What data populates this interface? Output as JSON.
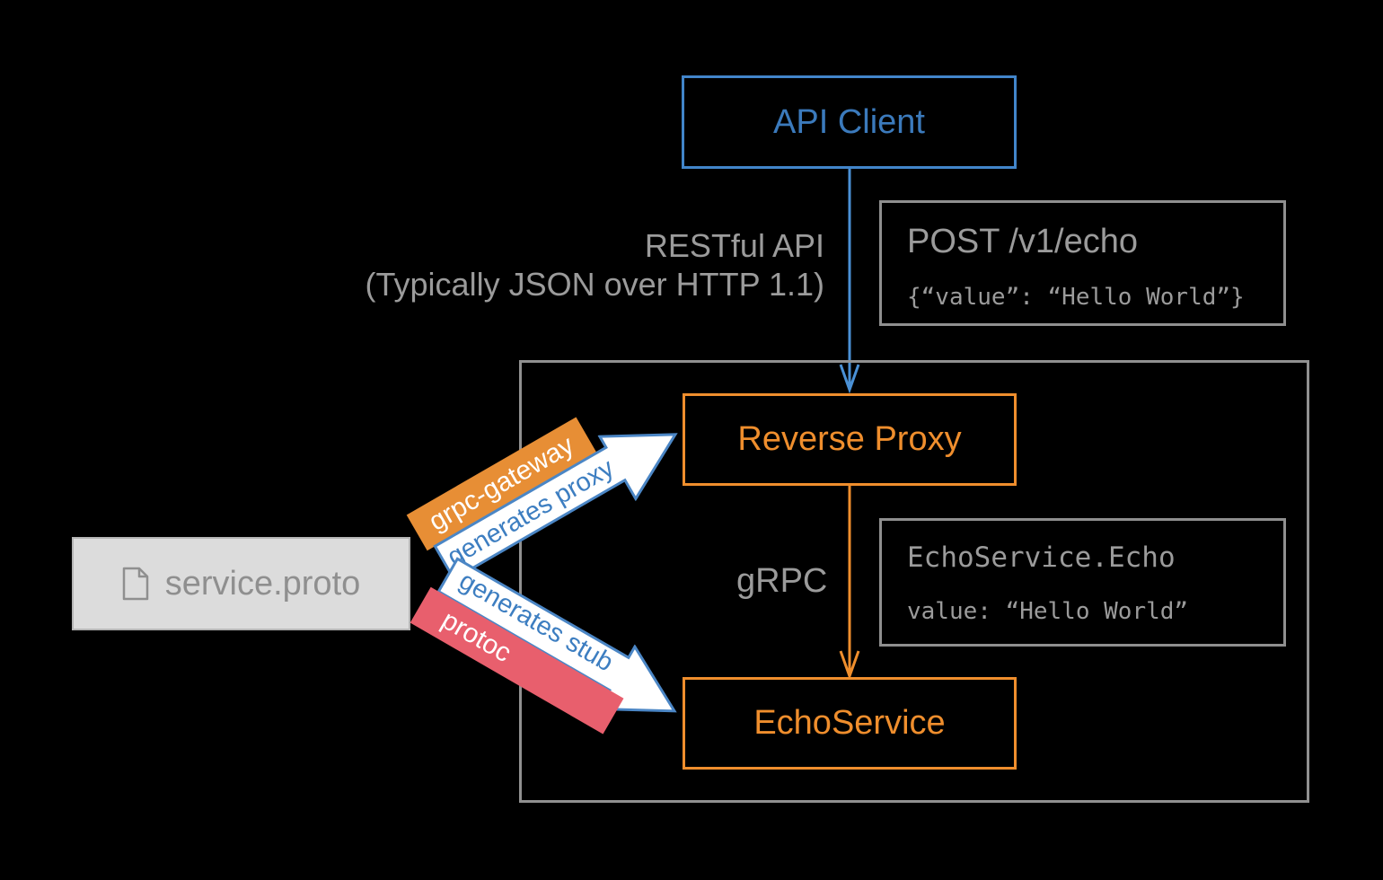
{
  "colors": {
    "background": "#000000",
    "blue_text": "#3b7abc",
    "blue_border": "#4285ca",
    "blue_connector": "#4a90d5",
    "orange": "#ef8e2d",
    "orange_banner": "#e78e35",
    "red_banner": "#e85f6d",
    "gray_text": "#9b9b9b",
    "gray_border": "#8f8f8f",
    "proto_fill": "#dcdcdc",
    "arrow_outline_blue": "#4b86c5",
    "arrow_fill": "#ffffff"
  },
  "nodes": {
    "api_client": {
      "label": "API Client"
    },
    "reverse_proxy": {
      "label": "Reverse Proxy"
    },
    "echo_service": {
      "label": "EchoService"
    },
    "service_proto": {
      "label": "service.proto",
      "icon": "document-icon"
    }
  },
  "edges": {
    "rest": {
      "line1": "RESTful API",
      "line2": "(Typically JSON over HTTP 1.1)"
    },
    "grpc": {
      "label": "gRPC"
    }
  },
  "callouts": {
    "post_request": {
      "title": "POST /v1/echo",
      "body": "{“value”: “Hello World”}"
    },
    "grpc_request": {
      "title": "EchoService.Echo",
      "body": "value: “Hello World”"
    }
  },
  "generators": {
    "grpc_gateway": {
      "banner": "grpc-gateway",
      "arrow_label": "generates proxy"
    },
    "protoc": {
      "banner": "protoc",
      "arrow_label": "generates stub"
    }
  }
}
